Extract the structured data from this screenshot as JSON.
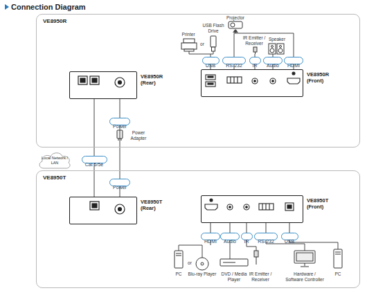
{
  "diagram": {
    "title": "Connection Diagram",
    "nodes": [
      {
        "text": [
          "VE8950R"
        ]
      },
      {
        "text": [
          "VE8950R (Rear)"
        ],
        "in": 0
      },
      {
        "text": [
          "VE8950R (Front)"
        ],
        "in": 0
      },
      {
        "text": [
          "USB"
        ],
        "in": 0
      },
      {
        "text": [
          "RS-232"
        ],
        "in": 0
      },
      {
        "text": [
          "IR"
        ],
        "in": 0
      },
      {
        "text": [
          "Audio"
        ],
        "in": 0
      },
      {
        "text": [
          "HDMI"
        ],
        "in": 0
      },
      {
        "text": [
          "Power"
        ],
        "in": 0
      },
      {
        "text": [
          "Local Network / LAN"
        ]
      },
      {
        "text": [
          "Cat 5/5e"
        ]
      },
      {
        "text": [
          "VE8950T"
        ]
      },
      {
        "text": [
          "Power"
        ],
        "in": 11
      },
      {
        "text": [
          "VE8950T (Rear)"
        ],
        "in": 11
      },
      {
        "text": [
          "VE8950T (Front)"
        ],
        "in": 11
      },
      {
        "text": [
          "HDMI"
        ],
        "in": 11
      },
      {
        "text": [
          "Audio"
        ],
        "in": 11
      },
      {
        "text": [
          "IR"
        ],
        "in": 11
      },
      {
        "text": [
          "RS-232"
        ],
        "in": 11
      },
      {
        "text": [
          "USB"
        ],
        "in": 11
      }
    ],
    "edges": [
      {
        "from": 2,
        "to": 3,
        "arrow": "none"
      },
      {
        "from": 2,
        "to": 4,
        "arrow": "none"
      },
      {
        "from": 2,
        "to": 5,
        "arrow": "none"
      },
      {
        "from": 2,
        "to": 6,
        "arrow": "none"
      },
      {
        "from": 2,
        "to": 7,
        "arrow": "none"
      },
      {
        "from": 1,
        "to": 10,
        "arrow": "none"
      },
      {
        "from": 10,
        "to": 13,
        "arrow": "none"
      },
      {
        "from": 1,
        "to": 8,
        "arrow": "none"
      },
      {
        "from": 8,
        "to": 12,
        "arrow": "none"
      },
      {
        "from": 12,
        "to": 13,
        "arrow": "none"
      },
      {
        "from": 14,
        "to": 15,
        "arrow": "none"
      },
      {
        "from": 14,
        "to": 16,
        "arrow": "none"
      },
      {
        "from": 14,
        "to": 17,
        "arrow": "none"
      },
      {
        "from": 14,
        "to": 18,
        "arrow": "none"
      },
      {
        "from": 14,
        "to": 19,
        "arrow": "none"
      }
    ],
    "labels": [
      "Printer",
      "or",
      "USB Flash Drive",
      "Projector",
      "IR Emitter / Receiver",
      "Speaker",
      "Power Adapter",
      "PC",
      "or",
      "Blu-ray Player",
      "DVD / Media Player",
      "IR Emitter / Receiver",
      "Hardware / Software Controller",
      "PC"
    ]
  }
}
